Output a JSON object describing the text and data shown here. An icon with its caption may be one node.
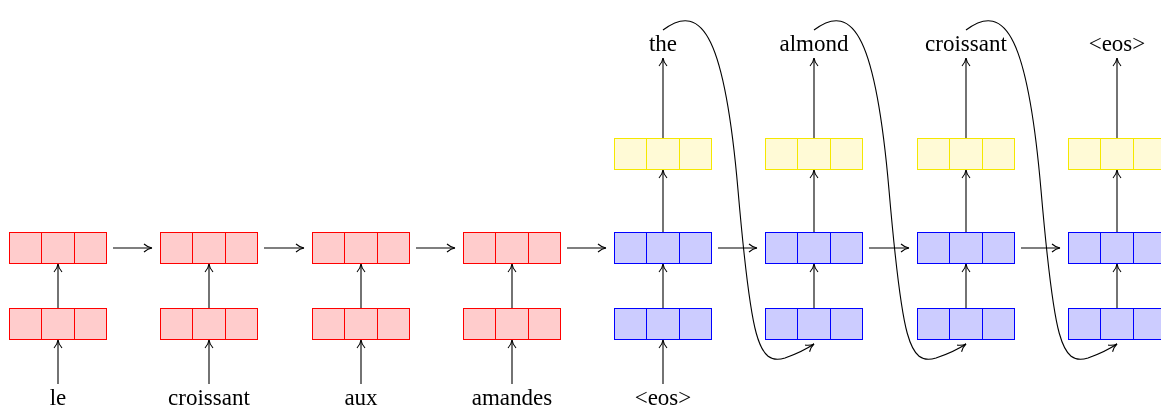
{
  "diagram": {
    "nodes": [
      {
        "text": [
          "the"
        ]
      },
      {
        "text": [
          "almond"
        ]
      },
      {
        "text": [
          "croissant"
        ]
      },
      {
        "text": [
          "<eos>"
        ]
      },
      {
        "text": [],
        "shape": "box"
      },
      {
        "text": [],
        "shape": "box"
      },
      {
        "text": [],
        "shape": "box"
      },
      {
        "text": [],
        "shape": "box"
      },
      {
        "text": [],
        "shape": "box"
      },
      {
        "text": [],
        "shape": "box"
      },
      {
        "text": [],
        "shape": "box"
      },
      {
        "text": [],
        "shape": "box"
      },
      {
        "text": [],
        "shape": "box"
      },
      {
        "text": [],
        "shape": "box"
      },
      {
        "text": [],
        "shape": "box"
      },
      {
        "text": [],
        "shape": "box"
      },
      {
        "text": [],
        "shape": "box"
      },
      {
        "text": [],
        "shape": "box"
      },
      {
        "text": [],
        "shape": "box"
      },
      {
        "text": [],
        "shape": "box"
      },
      {
        "text": [],
        "shape": "box"
      },
      {
        "text": [],
        "shape": "box"
      },
      {
        "text": [],
        "shape": "box"
      },
      {
        "text": [],
        "shape": "box"
      },
      {
        "text": [
          "le"
        ]
      },
      {
        "text": [
          "croissant"
        ]
      },
      {
        "text": [
          "aux"
        ]
      },
      {
        "text": [
          "amandes"
        ]
      },
      {
        "text": [
          "<eos>"
        ]
      }
    ],
    "edges": [
      {
        "from": 24,
        "to": 16,
        "arrow": "to"
      },
      {
        "from": 25,
        "to": 17,
        "arrow": "to"
      },
      {
        "from": 26,
        "to": 18,
        "arrow": "to"
      },
      {
        "from": 27,
        "to": 19,
        "arrow": "to"
      },
      {
        "from": 28,
        "to": 20,
        "arrow": "to"
      },
      {
        "from": 16,
        "to": 8,
        "arrow": "to"
      },
      {
        "from": 17,
        "to": 9,
        "arrow": "to"
      },
      {
        "from": 18,
        "to": 10,
        "arrow": "to"
      },
      {
        "from": 19,
        "to": 11,
        "arrow": "to"
      },
      {
        "from": 20,
        "to": 12,
        "arrow": "to"
      },
      {
        "from": 21,
        "to": 13,
        "arrow": "to"
      },
      {
        "from": 22,
        "to": 14,
        "arrow": "to"
      },
      {
        "from": 23,
        "to": 15,
        "arrow": "to"
      },
      {
        "from": 8,
        "to": 9,
        "arrow": "to"
      },
      {
        "from": 9,
        "to": 10,
        "arrow": "to"
      },
      {
        "from": 10,
        "to": 11,
        "arrow": "to"
      },
      {
        "from": 11,
        "to": 12,
        "arrow": "to"
      },
      {
        "from": 12,
        "to": 13,
        "arrow": "to"
      },
      {
        "from": 13,
        "to": 14,
        "arrow": "to"
      },
      {
        "from": 14,
        "to": 15,
        "arrow": "to"
      },
      {
        "from": 12,
        "to": 4,
        "arrow": "to"
      },
      {
        "from": 13,
        "to": 5,
        "arrow": "to"
      },
      {
        "from": 14,
        "to": 6,
        "arrow": "to"
      },
      {
        "from": 15,
        "to": 7,
        "arrow": "to"
      },
      {
        "from": 4,
        "to": 0,
        "arrow": "to"
      },
      {
        "from": 5,
        "to": 1,
        "arrow": "to"
      },
      {
        "from": 6,
        "to": 2,
        "arrow": "to"
      },
      {
        "from": 7,
        "to": 3,
        "arrow": "to"
      },
      {
        "from": 0,
        "to": 21,
        "arrow": "to"
      },
      {
        "from": 1,
        "to": 22,
        "arrow": "to"
      },
      {
        "from": 2,
        "to": 23,
        "arrow": "to"
      }
    ]
  }
}
